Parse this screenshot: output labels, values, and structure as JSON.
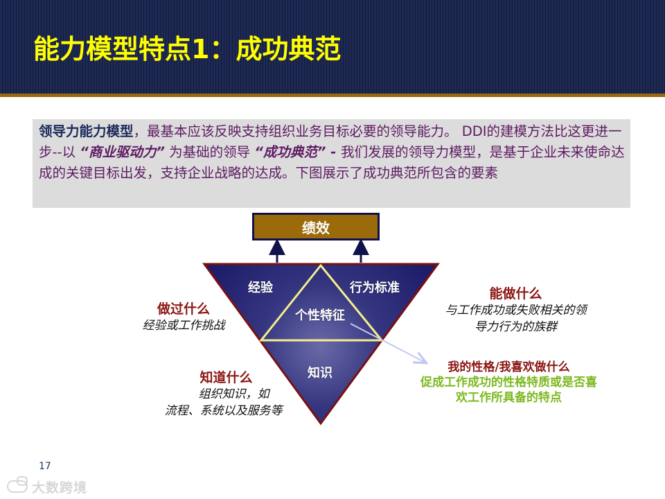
{
  "header": {
    "title": "能力模型特点1：成功典范"
  },
  "intro": {
    "lead": "领导力能力模型",
    "part1": "，最基本应该反映支持组织业务目标必要的领导能力。 DDI的建模方法比这更进一步--以 ",
    "em1": "“商业驱动力”",
    "part2": " 为基础的领导 ",
    "em2": "“成功典范” - ",
    "part3": "我们发展的领导力模型，是基于企业未来使命达成的关键目标出发，支持企业战略的达成。下图展示了成功典范所包含的要素"
  },
  "diagram": {
    "top_box": "绩效",
    "segments": {
      "experience": "经验",
      "behavior_standard": "行为标准",
      "personality": "个性特征",
      "knowledge": "知识"
    },
    "left_top": {
      "title": "做过什么",
      "desc": "经验或工作挑战"
    },
    "left_bottom": {
      "title": "知道什么",
      "desc_line1": "组织知识，如",
      "desc_line2": "流程、系统以及服务等"
    },
    "right_top": {
      "title": "能做什么",
      "desc_line1": "与工作成功或失败相关的领",
      "desc_line2": "导力行为的族群"
    },
    "right_bottom": {
      "title": "我的性格/我喜欢做什么",
      "desc_line1": "促成工作成功的性格特质或是否喜",
      "desc_line2": "欢工作所具备的特点"
    },
    "colors": {
      "triangle_fill": "#1c1c6e",
      "triangle_border": "#7a1010",
      "inner_triangle": "#f5f08a",
      "box_fill": "#9b6a0b",
      "label_red": "#8b1512",
      "label_green": "#7cb81f"
    }
  },
  "footer": {
    "page_number": "17",
    "watermark": "大数跨境"
  }
}
